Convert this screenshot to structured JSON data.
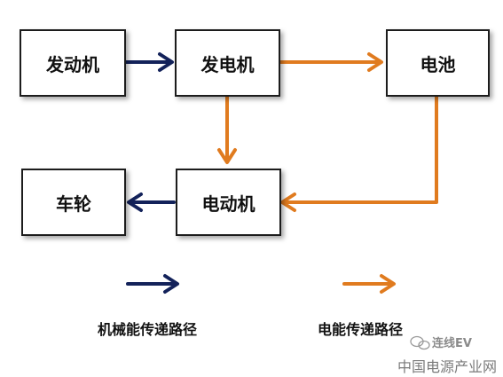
{
  "nodes": {
    "engine": "发动机",
    "generator": "发电机",
    "battery": "电池",
    "wheels": "车轮",
    "motor": "电动机"
  },
  "legend": {
    "mechanical": "机械能传递路径",
    "electrical": "电能传递路径"
  },
  "colors": {
    "mechanical_arrow": "#13225a",
    "electrical_arrow": "#e07b1f"
  },
  "watermarks": {
    "wechat": "连线EV",
    "site": "中国电源产业网"
  }
}
